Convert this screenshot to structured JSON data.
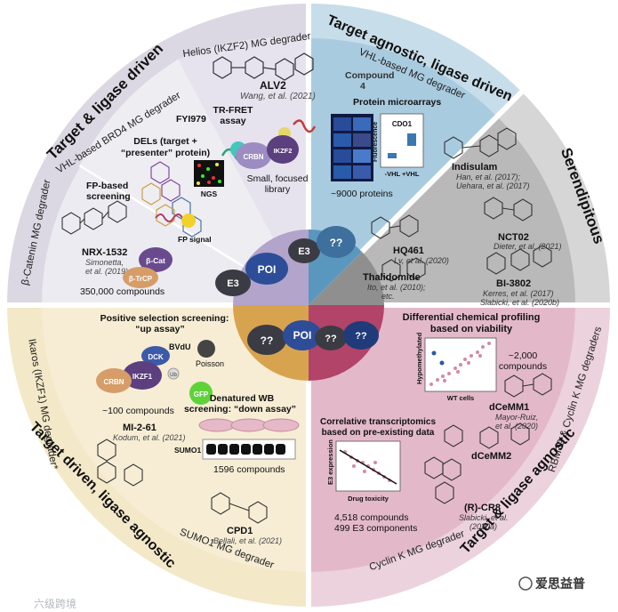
{
  "quadrants": {
    "top_left": {
      "title": "Target & ligase driven",
      "sections": {
        "helios": {
          "label": "Helios (IKZF2) MG degrader",
          "compound": "ALV2",
          "citation": "Wang, et al. (2021)",
          "assay_line1": "TR-FRET",
          "assay_line2": "assay",
          "library_line1": "Small, focused",
          "library_line2": "library",
          "crbn": "CRBN",
          "ikzf2": "IKZF2"
        },
        "brd4": {
          "label": "VHL-based BRD4 MG degrader",
          "compound": "FYI979",
          "dels_line1": "DELs (target +",
          "dels_line2": "“presenter” protein)",
          "ngs": "NGS"
        },
        "beta_catenin": {
          "label": "β-Catenin MG degrader",
          "assay_line1": "FP-based",
          "assay_line2": "screening",
          "compound": "NRX-1532",
          "citation_line1": "Simonetta,",
          "citation_line2": "et al. (2019)",
          "count": "350,000 compounds",
          "fp_signal": "FP signal",
          "bcat": "β-Cat",
          "btrcp": "β-TrCP"
        }
      }
    },
    "top_right": {
      "title": "Target agnostic, ligase driven",
      "label": "VHL-based MG degrader",
      "compound_line1": "Compound",
      "compound_line2": "4",
      "assay": "Protein microarrays",
      "chart_title": "CDO1",
      "chart_ylabel": "Fluorescence",
      "chart_xlabel": "-VHL  +VHL",
      "count": "~9000 proteins"
    },
    "right": {
      "title": "Serendipitous",
      "compounds": [
        {
          "name": "Indisulam",
          "cite1": "Han, et al. (2017);",
          "cite2": "Uehara, et al. (2017)"
        },
        {
          "name": "HQ461",
          "cite1": "Lv, et al. (2020)",
          "cite2": ""
        },
        {
          "name": "NCT02",
          "cite1": "Dieter, et al. (2021)",
          "cite2": ""
        },
        {
          "name": "Thalidomide",
          "cite1": "Ito, et al. (2010);",
          "cite2": "etc."
        },
        {
          "name": "BI-3802",
          "cite1": "Kerres, et al. (2017)",
          "cite2": "Slabicki, et al. (2020b)"
        }
      ]
    },
    "bottom_right": {
      "title": "Target & ligase agnostic",
      "label_top": "RBM39 & Cyclin K MG degraders",
      "label_bottom": "Cyclin K MG degrader",
      "profiling_line1": "Differential chemical profiling",
      "profiling_line2": "based on viability",
      "plot_ylabel": "Hypomethylated",
      "plot_xlabel": "WT cells",
      "count1_line1": "~2,000",
      "count1_line2": "compounds",
      "dcemm1": "dCeMM1",
      "dcemm1_cite1": "Mayor-Ruiz,",
      "dcemm1_cite2": "et al. (2020)",
      "dcemm2": "dCeMM2",
      "transcriptomics_line1": "Correlative transcriptomics",
      "transcriptomics_line2": "based on pre-existing data",
      "tx_ylabel": "E3 expression",
      "tx_xlabel": "Drug toxicity",
      "cr8": "(R)-CR8",
      "cr8_cite1": "Slabicki, et al.",
      "cr8_cite2": "(2020a)",
      "count2_line1": "4,518 compounds",
      "count2_line2": "499 E3 components"
    },
    "bottom_left": {
      "title": "Target driven, ligase agnostic",
      "label_left": "Ikaros (IKZF1) MG degrader*",
      "label_bottom": "SUMO1 MG degrader",
      "screen_line1": "Positive selection screening:",
      "screen_line2": "“up assay”",
      "bvdu": "BVdU",
      "dck": "DCK",
      "poisson": "Poisson",
      "ub": "Ub",
      "gfp": "GFP",
      "crbn": "CRBN",
      "ikzf1": "IKZF1",
      "count1": "~100 compounds",
      "compound1": "MI-2-61",
      "compound1_cite": "Kodum, et al. (2021)",
      "wb_line1": "Denatured WB",
      "wb_line2": "screening: “down assay”",
      "sumo1": "SUMO1",
      "count2": "1596 compounds",
      "compound2": "CPD1",
      "compound2_cite": "Bellali, et al. (2021)"
    }
  },
  "center": {
    "e3_left": "E3",
    "poi_left": "POI",
    "e3_right": "E3",
    "unk_right": "??",
    "unk_bl": "??",
    "poi_bl": "POI",
    "unk_br1": "??",
    "unk_br2": "??"
  },
  "watermark_left": "六级跨境",
  "watermark_right": "爱思益普"
}
